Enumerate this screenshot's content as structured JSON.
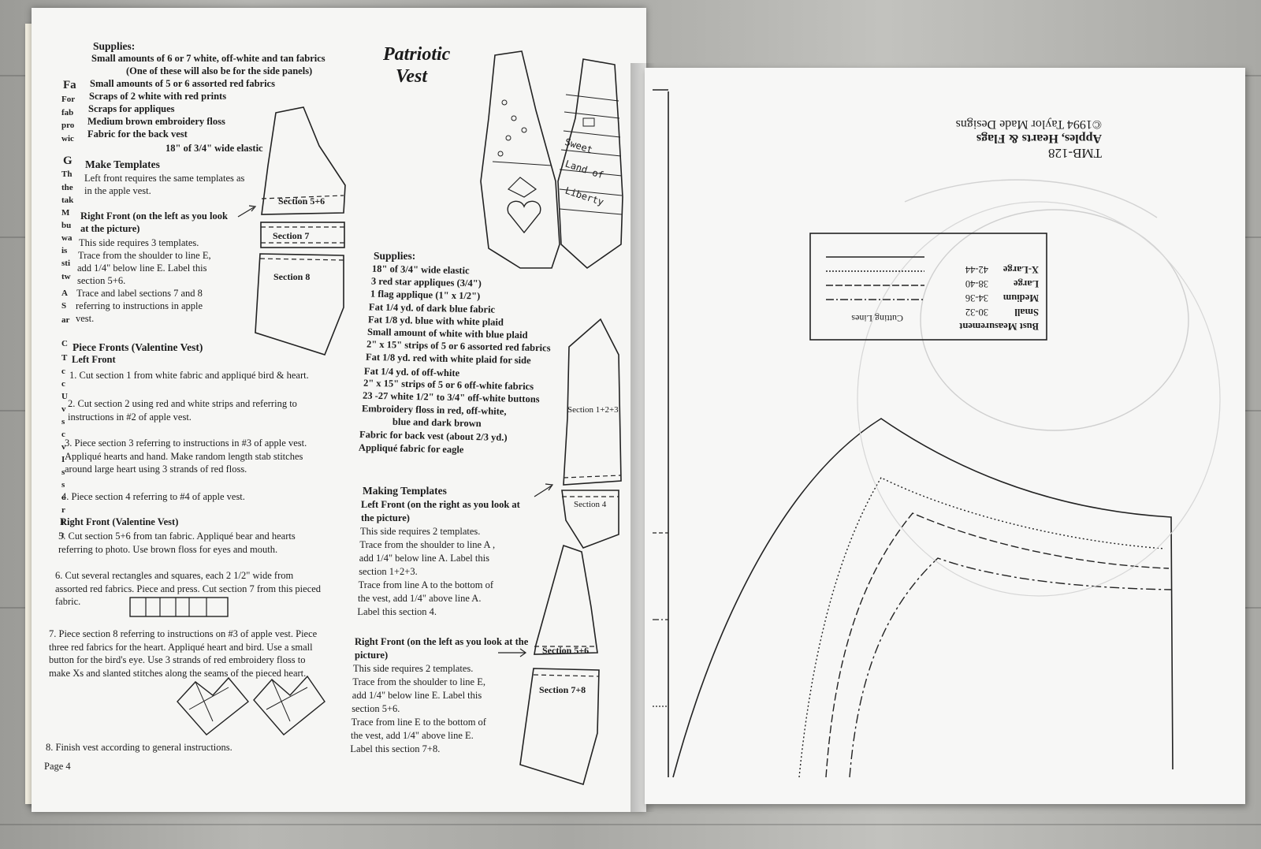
{
  "left_page": {
    "supplies_title": "Supplies:",
    "supplies": [
      "Small amounts of  6 or 7 white, off-white and tan fabrics",
      "(One of these will also be for the side panels)",
      "Small amounts of  5 or 6 assorted red fabrics",
      "Scraps of 2 white with red prints",
      "Scraps for appliques",
      "Medium brown embroidery floss",
      "Fabric for the back vest",
      "18\" of 3/4\" wide elastic"
    ],
    "make_templates_title": "Make Templates",
    "make_templates_text": [
      "Left front requires the same templates as",
      "in the apple vest."
    ],
    "right_front_title": [
      "Right Front (on the left as you look",
      "at the picture)"
    ],
    "right_front_text": [
      "This side requires 3 templates.",
      "Trace from the shoulder to line E,",
      "add 1/4\" below line E.  Label this",
      "section 5+6.",
      "Trace and label sections 7 and 8",
      "referring to instructions in apple",
      "vest."
    ],
    "template_labels": {
      "s56": "Section 5+6",
      "s7": "Section 7",
      "s8": "Section 8"
    },
    "piece_fronts_title": "Piece Fronts  (Valentine Vest)",
    "left_front_title": "Left Front",
    "steps_left": [
      "1.  Cut section 1 from white fabric and appliqué bird & heart.",
      "2.  Cut section 2 using red and white strips and referring to instructions in #2 of apple vest.",
      "3.  Piece section 3 referring to instructions in #3 of apple vest.  Appliqué hearts and hand.  Make random length stab stitches around large heart using 3 strands of red floss.",
      "4.  Piece section 4 referring to #4 of apple vest."
    ],
    "right_front_valentine_title": "Right Front  (Valentine Vest)",
    "steps_right": [
      "5.  Cut section 5+6 from tan fabric.  Appliqué bear and hearts referring to photo.   Use brown floss for eyes and mouth.",
      "6.  Cut several rectangles and squares, each 2 1/2\" wide from assorted red fabrics.  Piece and press.  Cut section 7 from this pieced fabric.",
      "7.  Piece section 8 referring to instructions on #3 of apple vest.  Piece three red fabrics for the heart.  Appliqué heart and bird.  Use a small button for the bird's eye.  Use 3 strands of red embroidery floss to make Xs and slanted stitches along the seams of the pieced heart."
    ],
    "step8": "8.  Finish vest according to general instructions.",
    "page_number": "Page 4",
    "edge_fragments": [
      "Fa",
      "For",
      "fab",
      "pro",
      "wic",
      "G",
      "Th",
      "the",
      "tak",
      "M",
      "bu",
      "wa",
      "is",
      "sti",
      "tw",
      "A",
      "S",
      "ar",
      "C",
      "T",
      "c",
      "c",
      "U",
      "v",
      "s",
      "c",
      "v",
      "I",
      "s",
      "s",
      "c",
      "r",
      "l",
      "t"
    ],
    "patriotic_title": [
      "Patriotic",
      "Vest"
    ],
    "vest_sign": [
      "Sweet",
      "Land of",
      "Liberty"
    ],
    "p_supplies_title": "Supplies:",
    "p_supplies": [
      "18\" of 3/4\" wide elastic",
      "3 red star appliques (3/4\")",
      "1 flag applique (1\" x 1/2\")",
      "Fat 1/4 yd. of dark blue fabric",
      "Fat 1/8 yd. blue with white plaid",
      "Small amount of white with blue plaid",
      "2\" x 15\" strips of 5 or 6 assorted red fabrics",
      "Fat 1/8 yd. red with white plaid for side",
      "Fat 1/4 yd. of off-white",
      "2\" x 15\" strips of 5 or 6 off-white  fabrics",
      "23 -27 white 1/2\" to 3/4\" off-white buttons",
      "Embroidery floss in red, off-white,",
      "blue and  dark brown",
      "Fabric for back vest (about 2/3 yd.)",
      "Appliqué fabric for eagle"
    ],
    "making_templates_title": "Making Templates",
    "left_front_title2": "Left Front (on the right as you look at the picture)",
    "left_front_text": [
      "This side requires 2 templates.",
      "Trace from the shoulder to line A ,",
      "add 1/4\" below line A.  Label this",
      "section 1+2+3.",
      "Trace from line A to the bottom of",
      "the vest, add 1/4\" above line A.",
      "Label this section 4."
    ],
    "right_front_title2": "Right Front (on the left as you look at the picture)",
    "right_front_text2": [
      "This side requires 2 templates.",
      "Trace from the shoulder to line E,",
      "add 1/4\" below line E.  Label this",
      "section 5+6.",
      "Trace from line E to the bottom of",
      "the vest, add 1/4\" above line E.",
      "Label this section 7+8."
    ],
    "template_labels2": {
      "s123": "Section 1+2+3",
      "s4": "Section 4",
      "s56": "Section 5+6",
      "s78": "Section 7+8"
    }
  },
  "right_page": {
    "pattern_code": "TMB-128",
    "pattern_name": "Apples, Hearts & Flags",
    "copyright": "©1994 Taylor Made Designs",
    "legend": {
      "col1_header": "Bust Measurement",
      "col2_header": "Cutting Lines",
      "rows": [
        {
          "size": "Small",
          "range": "30-32",
          "style": "dash-dot"
        },
        {
          "size": "Medium",
          "range": "34-36",
          "style": "dashed"
        },
        {
          "size": "Large",
          "range": "38-40",
          "style": "dotted"
        },
        {
          "size": "X-Large",
          "range": "42-44",
          "style": "solid"
        }
      ]
    }
  }
}
